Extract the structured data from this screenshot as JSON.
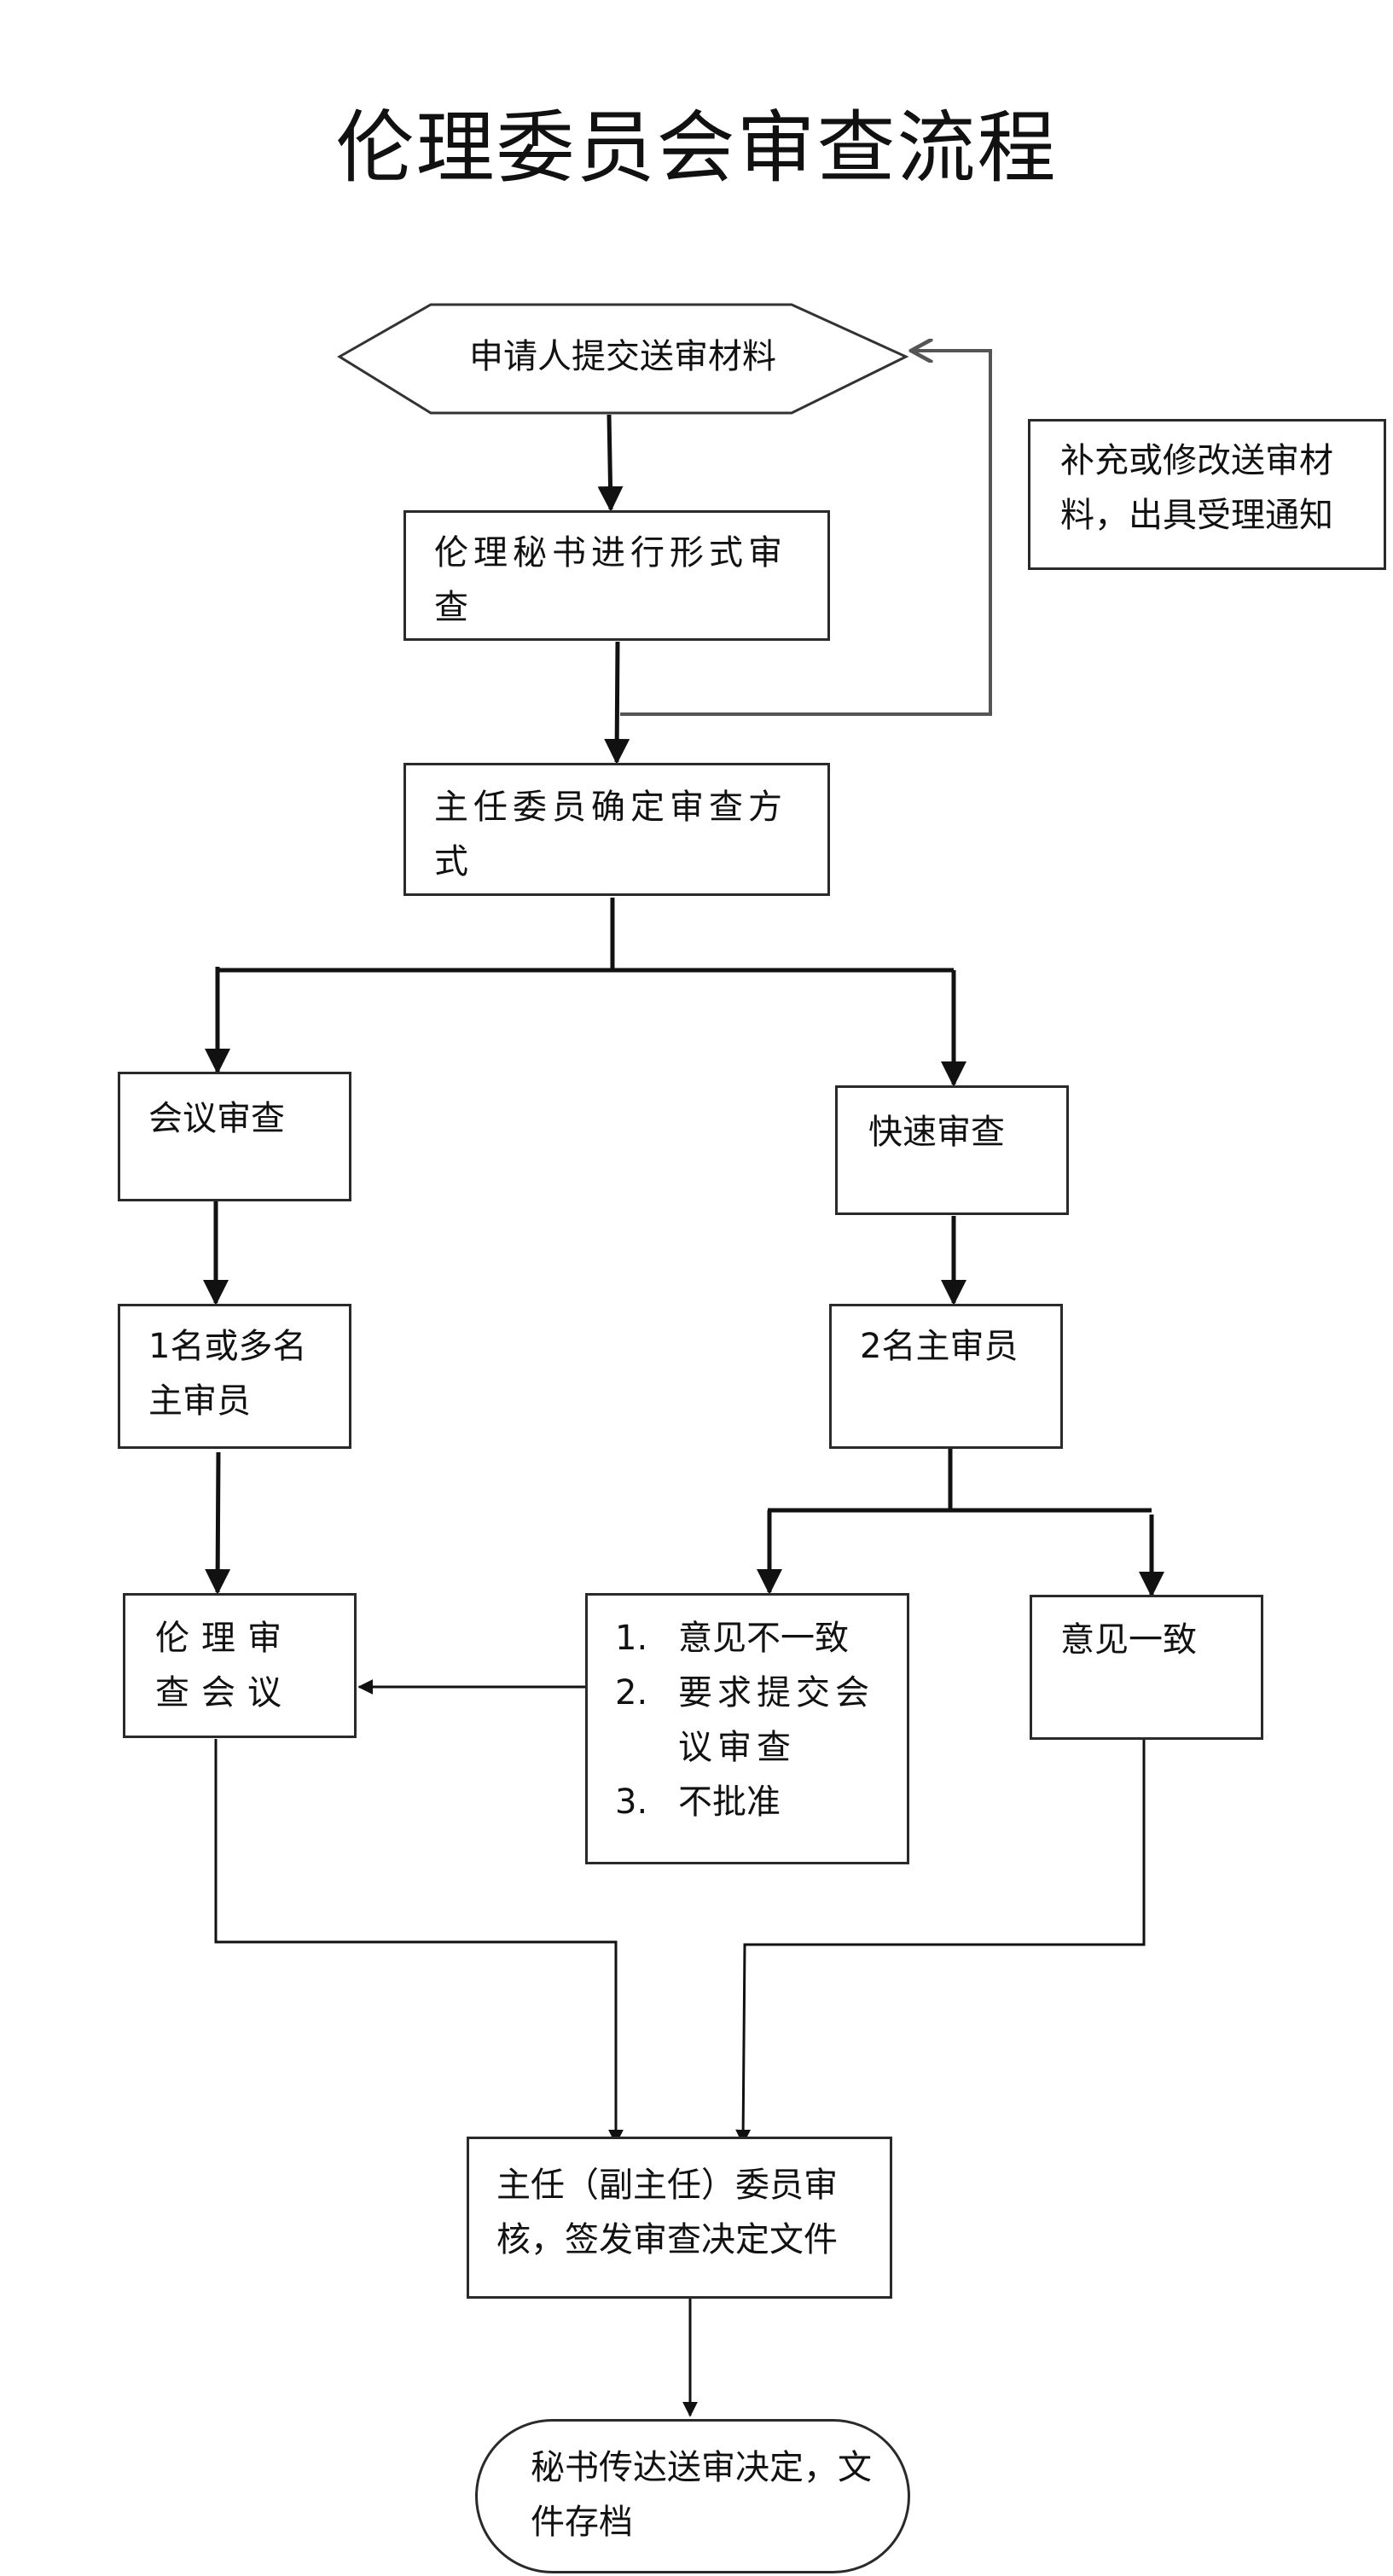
{
  "title": "伦理委员会审查流程",
  "nodes": {
    "submit": "申请人提交送审材料",
    "supplement": "补充或修改送审材料，出具受理通知",
    "formal_review": "伦理秘书进行形式审查",
    "chair_decide": "主任委员确定审查方式",
    "meeting_review": "会议审查",
    "fast_review": "快速审查",
    "multi_reviewers": "1名或多名主审员",
    "two_reviewers": "2名主审员",
    "ethics_meeting": "伦理审查会议",
    "disagreement_options": [
      {
        "num": "1.",
        "text": "意见不一致"
      },
      {
        "num": "2.",
        "text": "要求提交会议审查"
      },
      {
        "num": "3.",
        "text": "不批准"
      }
    ],
    "agreement": "意见一致",
    "chair_sign": "主任（副主任）委员审核，签发审查决定文件",
    "secretary_archive": "秘书传达送审决定，文件存档"
  },
  "colors": {
    "line": "#111111",
    "box_border": "#2a2a2a",
    "return_line": "#555555"
  }
}
